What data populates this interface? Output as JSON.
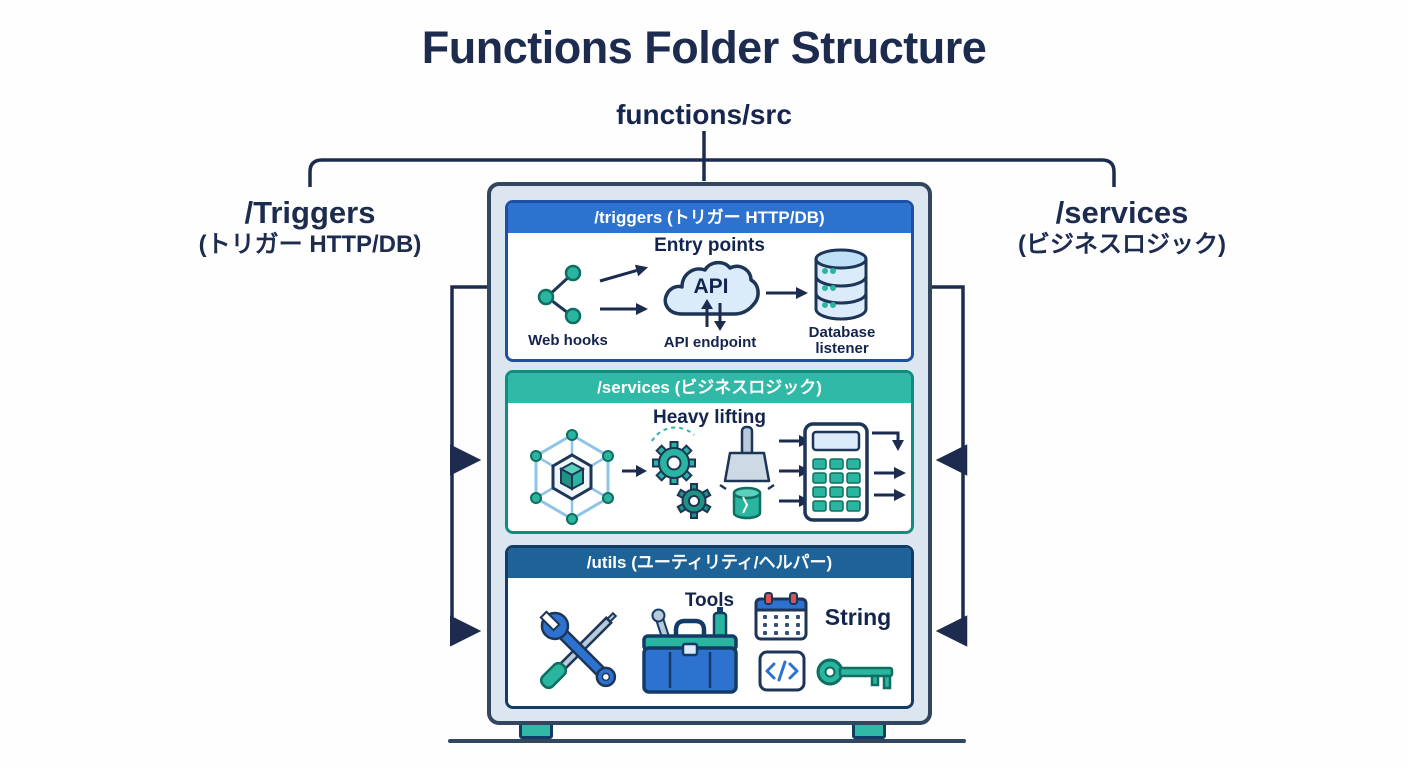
{
  "title": "Functions Folder Structure",
  "root_label": "functions/src",
  "branches": {
    "left": {
      "line1": "/Triggers",
      "line2": "(トリガー HTTP/DB)"
    },
    "right": {
      "line1": "/services",
      "line2": "(ビジネスロジック)"
    }
  },
  "sections": {
    "triggers": {
      "header": "/triggers (トリガー HTTP/DB)",
      "subtitle": "Entry points",
      "header_color": "#2e72d0",
      "items": {
        "webhooks": {
          "icon": "webhook-icon",
          "label": "Web hooks"
        },
        "api": {
          "icon": "api-cloud-icon",
          "icon_text": "API",
          "label": "API endpoint"
        },
        "database": {
          "icon": "database-icon",
          "label_line1": "Database",
          "label_line2": "listener"
        }
      }
    },
    "services": {
      "header": "/services (ビジネスロジック)",
      "subtitle": "Heavy lifting",
      "header_color": "#2fb9a6",
      "items": {
        "network": {
          "icon": "hex-network-icon"
        },
        "gears": {
          "icon": "gears-icon"
        },
        "crusher": {
          "icon": "crusher-icon"
        },
        "calculator": {
          "icon": "calculator-icon"
        }
      }
    },
    "utils": {
      "header": "/utils (ユーティリティ/ヘルパー)",
      "subtitle": "Tools",
      "header_color": "#1d6398",
      "items": {
        "wrench_set": {
          "icon": "wrench-screwdriver-icon"
        },
        "toolbox": {
          "icon": "toolbox-icon"
        },
        "calendar": {
          "icon": "calendar-icon"
        },
        "string": {
          "label": "String"
        },
        "code": {
          "icon": "code-snippet-icon"
        },
        "key": {
          "icon": "key-icon"
        }
      }
    }
  },
  "colors": {
    "heading_text": "#1d2b4f",
    "triggers_header": "#2e72d0",
    "services_header": "#2fb9a6",
    "utils_header": "#1d6398",
    "accent_teal": "#2ab5a0",
    "accent_blue": "#2e72d0",
    "cabinet_fill": "#dbe6f1"
  }
}
